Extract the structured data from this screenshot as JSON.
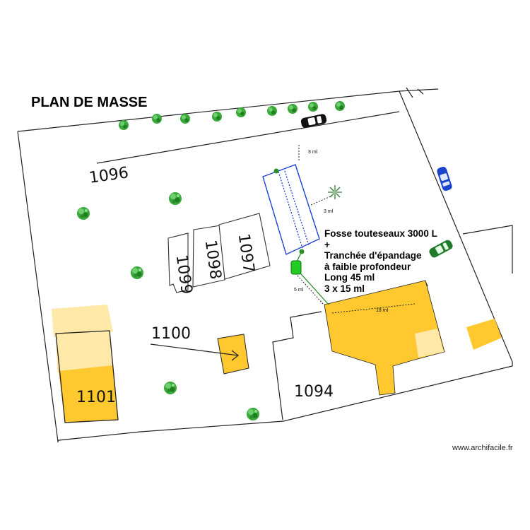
{
  "title": "PLAN DE MASSE",
  "parcels": {
    "p1096": "1096",
    "p1097": "1097",
    "p1098": "1098",
    "p1099": "1099",
    "p1100": "1100",
    "p1101": "1101",
    "p1094": "1094"
  },
  "dimensions": {
    "d_top": "3 ml",
    "d_tree": "3 ml",
    "d_tank": "5 ml",
    "d_house": "18 ml"
  },
  "note": {
    "line1": "Fosse touteseaux 3000 L",
    "line2": "+",
    "line3": "Tranchée d'épandage",
    "line4": "à faible profondeur",
    "line5": "Long 45 ml",
    "line6": "3 x 15 ml"
  },
  "watermark": "www.archifacile.fr",
  "colors": {
    "building": "#FFC82E",
    "building_light": "#FFE8A8",
    "tree": "#2E9E2E",
    "trench": "#1a3fd6",
    "tank": "#22cc22"
  },
  "icons": [
    "tree-icon",
    "car-icon",
    "plant-icon",
    "septic-tank-icon",
    "arrow-icon"
  ]
}
